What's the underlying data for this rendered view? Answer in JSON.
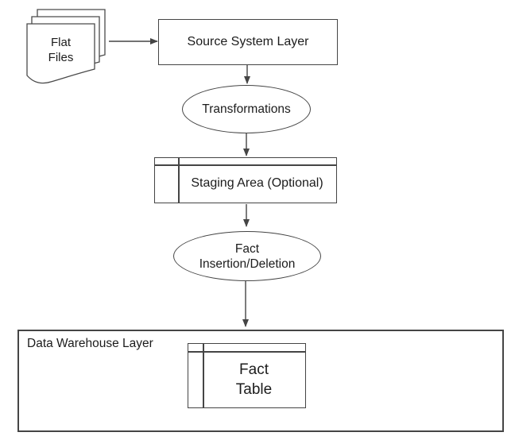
{
  "diagram": {
    "title": "ETL flat-file load flow",
    "colors": {
      "line": "#454545",
      "text": "#1c1c1c",
      "background": "#ffffff"
    },
    "nodes": {
      "flat_files": {
        "label": "Flat\nFiles",
        "shape": "document-stack"
      },
      "source_system_layer": {
        "label": "Source System Layer",
        "shape": "rectangle"
      },
      "transformations": {
        "label": "Transformations",
        "shape": "ellipse"
      },
      "staging_area": {
        "label": "Staging Area (Optional)",
        "shape": "table"
      },
      "fact_insertion_deletion": {
        "label": "Fact\nInsertion/Deletion",
        "shape": "ellipse"
      },
      "data_warehouse_layer": {
        "label": "Data Warehouse Layer",
        "shape": "container"
      },
      "fact_table": {
        "label": "Fact\nTable",
        "shape": "table"
      }
    },
    "edges": [
      {
        "from": "flat_files",
        "to": "source_system_layer"
      },
      {
        "from": "source_system_layer",
        "to": "transformations"
      },
      {
        "from": "transformations",
        "to": "staging_area"
      },
      {
        "from": "staging_area",
        "to": "fact_insertion_deletion"
      },
      {
        "from": "fact_insertion_deletion",
        "to": "data_warehouse_layer"
      }
    ]
  }
}
